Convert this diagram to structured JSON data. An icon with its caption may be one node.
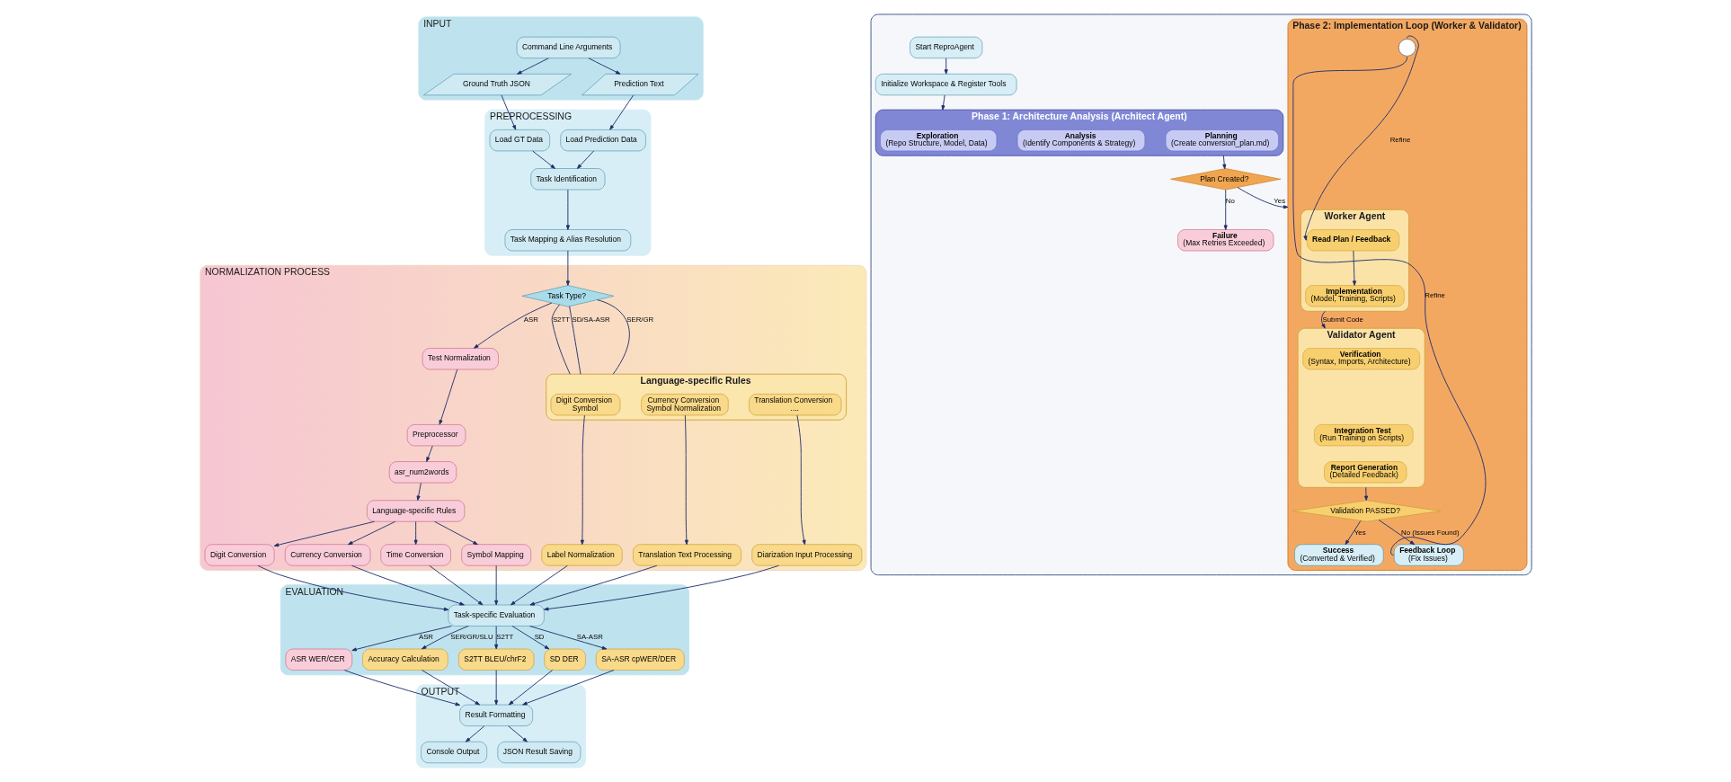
{
  "diagram": {
    "nodes": [
      {
        "text": [
          "INPUT"
        ]
      },
      {
        "text": [
          "Command Line Arguments"
        ],
        "in": 0
      },
      {
        "text": [
          "Ground Truth JSON"
        ],
        "in": 0
      },
      {
        "text": [
          "Prediction Text"
        ],
        "in": 0
      },
      {
        "text": [
          "PREPROCESSING"
        ]
      },
      {
        "text": [
          "Load GT Data"
        ],
        "in": 4
      },
      {
        "text": [
          "Load Prediction Data"
        ],
        "in": 4
      },
      {
        "text": [
          "Task Identification"
        ],
        "in": 4
      },
      {
        "text": [
          "Task Mapping & Alias Resolution"
        ],
        "in": 4
      },
      {
        "text": [
          "NORMALIZATION PROCESS"
        ]
      },
      {
        "text": [
          "Task Type?"
        ],
        "in": 9
      },
      {
        "text": [
          "Test Normalization"
        ],
        "in": 9
      },
      {
        "text": [
          "Preprocessor"
        ],
        "in": 9
      },
      {
        "text": [
          "asr_num2words"
        ],
        "in": 9
      },
      {
        "text": [
          "Language-specific Rules"
        ],
        "in": 9
      },
      {
        "text": [
          "Digit Conversion"
        ],
        "in": 9
      },
      {
        "text": [
          "Currency Conversion"
        ],
        "in": 9
      },
      {
        "text": [
          "Time Conversion"
        ],
        "in": 9
      },
      {
        "text": [
          "Symbol Mapping"
        ],
        "in": 9
      },
      {
        "text": [
          "Language-specific Rules"
        ],
        "in": 9
      },
      {
        "text": [
          "Digit Conversion",
          "Symbol"
        ],
        "in": 19
      },
      {
        "text": [
          "Currency Conversion",
          "Symbol Normalization"
        ],
        "in": 19
      },
      {
        "text": [
          "Translation Conversion",
          "...."
        ],
        "in": 19
      },
      {
        "text": [
          "Label Normalization"
        ],
        "in": 9
      },
      {
        "text": [
          "Translation Text Processing"
        ],
        "in": 9
      },
      {
        "text": [
          "Diarization Input Processing"
        ],
        "in": 9
      },
      {
        "text": [
          "EVALUATION"
        ]
      },
      {
        "text": [
          "Task-specific Evaluation"
        ],
        "in": 26
      },
      {
        "text": [
          "ASR WER/CER"
        ],
        "in": 26
      },
      {
        "text": [
          "Accuracy Calculation"
        ],
        "in": 26
      },
      {
        "text": [
          "S2TT BLEU/chrF2"
        ],
        "in": 26
      },
      {
        "text": [
          "SD DER"
        ],
        "in": 26
      },
      {
        "text": [
          "SA-ASR cpWER/DER"
        ],
        "in": 26
      },
      {
        "text": [
          "OUTPUT"
        ]
      },
      {
        "text": [
          "Result Formatting"
        ],
        "in": 33
      },
      {
        "text": [
          "Console Output"
        ],
        "in": 33
      },
      {
        "text": [
          "JSON Result Saving"
        ],
        "in": 33
      },
      {
        "text": [],
        "shape": "box"
      },
      {
        "text": [
          "Start ReproAgent"
        ],
        "in": 37
      },
      {
        "text": [
          "Initialize Workspace & Register Tools"
        ],
        "in": 37
      },
      {
        "text": [
          "Phase 1: Architecture Analysis (Architect Agent)"
        ],
        "in": 37
      },
      {
        "text": [
          "Exploration",
          "(Repo Structure, Model, Data)"
        ],
        "in": 40
      },
      {
        "text": [
          "Analysis",
          "(Identify Components & Strategy)"
        ],
        "in": 40
      },
      {
        "text": [
          "Planning",
          "(Create conversion_plan.md)"
        ],
        "in": 40
      },
      {
        "text": [
          "Plan Created?"
        ],
        "in": 37
      },
      {
        "text": [
          "Failure",
          "(Max Retries Exceeded)"
        ],
        "in": 37
      },
      {
        "text": [
          "Phase 2: Implementation Loop (Worker & Validator)"
        ],
        "in": 37
      },
      {
        "text": [
          "Worker Agent"
        ],
        "in": 46
      },
      {
        "text": [
          "Read Plan / Feedback"
        ],
        "in": 47
      },
      {
        "text": [
          "Implementation",
          "(Model, Training, Scripts)"
        ],
        "in": 47
      },
      {
        "text": [
          "Validator Agent"
        ],
        "in": 46
      },
      {
        "text": [
          "Verification",
          "(Syntax, Imports, Architecture)"
        ],
        "in": 50
      },
      {
        "text": [
          "Integration Test",
          "(Run Training on Scripts)"
        ],
        "in": 50
      },
      {
        "text": [
          "Report Generation",
          "(Detailed Feedback)"
        ],
        "in": 50
      },
      {
        "text": [
          "Validation PASSED?"
        ],
        "in": 46
      },
      {
        "text": [
          "Success",
          "(Converted & Verified)"
        ],
        "in": 46
      },
      {
        "text": [
          "Feedback Loop",
          "(Fix Issues)"
        ],
        "in": 46
      },
      {
        "text": [],
        "shape": "circle",
        "in": 46
      }
    ],
    "edges": [
      {
        "from": 1,
        "to": 2,
        "arrow": "to"
      },
      {
        "from": 1,
        "to": 3,
        "arrow": "to"
      },
      {
        "from": 2,
        "to": 5,
        "arrow": "to"
      },
      {
        "from": 3,
        "to": 6,
        "arrow": "to"
      },
      {
        "from": 5,
        "to": 7,
        "arrow": "to"
      },
      {
        "from": 6,
        "to": 7,
        "arrow": "to"
      },
      {
        "from": 7,
        "to": 8,
        "arrow": "to"
      },
      {
        "from": 8,
        "to": 10,
        "arrow": "to"
      },
      {
        "from": 10,
        "to": 11,
        "arrow": "to",
        "label": "ASR"
      },
      {
        "from": 10,
        "to": 19,
        "arrow": "none",
        "label": "SER/GR"
      },
      {
        "from": 10,
        "to": 19,
        "arrow": "none",
        "label": "S2TT"
      },
      {
        "from": 10,
        "to": 19,
        "arrow": "none",
        "label": "SD/SA-ASR"
      },
      {
        "from": 11,
        "to": 12,
        "arrow": "to"
      },
      {
        "from": 12,
        "to": 13,
        "arrow": "to"
      },
      {
        "from": 13,
        "to": 14,
        "arrow": "to"
      },
      {
        "from": 14,
        "to": 15,
        "arrow": "to"
      },
      {
        "from": 14,
        "to": 16,
        "arrow": "to"
      },
      {
        "from": 14,
        "to": 17,
        "arrow": "to"
      },
      {
        "from": 14,
        "to": 18,
        "arrow": "to"
      },
      {
        "from": 20,
        "to": 23,
        "arrow": "to"
      },
      {
        "from": 21,
        "to": 24,
        "arrow": "to"
      },
      {
        "from": 22,
        "to": 25,
        "arrow": "to"
      },
      {
        "from": 15,
        "to": 27,
        "arrow": "to"
      },
      {
        "from": 16,
        "to": 27,
        "arrow": "to"
      },
      {
        "from": 17,
        "to": 27,
        "arrow": "to"
      },
      {
        "from": 18,
        "to": 27,
        "arrow": "to"
      },
      {
        "from": 23,
        "to": 27,
        "arrow": "to"
      },
      {
        "from": 24,
        "to": 27,
        "arrow": "to"
      },
      {
        "from": 25,
        "to": 27,
        "arrow": "to"
      },
      {
        "from": 27,
        "to": 28,
        "arrow": "to",
        "label": "ASR"
      },
      {
        "from": 27,
        "to": 29,
        "arrow": "to",
        "label": "SER/GR/SLU"
      },
      {
        "from": 27,
        "to": 30,
        "arrow": "to",
        "label": "S2TT"
      },
      {
        "from": 27,
        "to": 31,
        "arrow": "to",
        "label": "SD"
      },
      {
        "from": 27,
        "to": 32,
        "arrow": "to",
        "label": "SA-ASR"
      },
      {
        "from": 28,
        "to": 34,
        "arrow": "to"
      },
      {
        "from": 29,
        "to": 34,
        "arrow": "to"
      },
      {
        "from": 30,
        "to": 34,
        "arrow": "to"
      },
      {
        "from": 31,
        "to": 34,
        "arrow": "to"
      },
      {
        "from": 32,
        "to": 34,
        "arrow": "to"
      },
      {
        "from": 34,
        "to": 35,
        "arrow": "to"
      },
      {
        "from": 34,
        "to": 36,
        "arrow": "to"
      },
      {
        "from": 38,
        "to": 39,
        "arrow": "to"
      },
      {
        "from": 39,
        "to": 40,
        "arrow": "to"
      },
      {
        "from": 40,
        "to": 44,
        "arrow": "to"
      },
      {
        "from": 44,
        "to": 45,
        "arrow": "to",
        "label": "No"
      },
      {
        "from": 44,
        "to": 46,
        "arrow": "to",
        "label": "Yes"
      },
      {
        "from": 48,
        "to": 49,
        "arrow": "to"
      },
      {
        "from": 47,
        "to": 50,
        "arrow": "to",
        "label": "Submit Code"
      },
      {
        "from": 50,
        "to": 54,
        "arrow": "to"
      },
      {
        "from": 54,
        "to": 55,
        "arrow": "to",
        "label": "Yes"
      },
      {
        "from": 54,
        "to": 56,
        "arrow": "to",
        "label": "No (Issues Found)"
      },
      {
        "from": 56,
        "to": 57,
        "arrow": "none",
        "label": "Refine"
      },
      {
        "from": 57,
        "to": 48,
        "arrow": "to",
        "label": "Refine"
      }
    ]
  }
}
